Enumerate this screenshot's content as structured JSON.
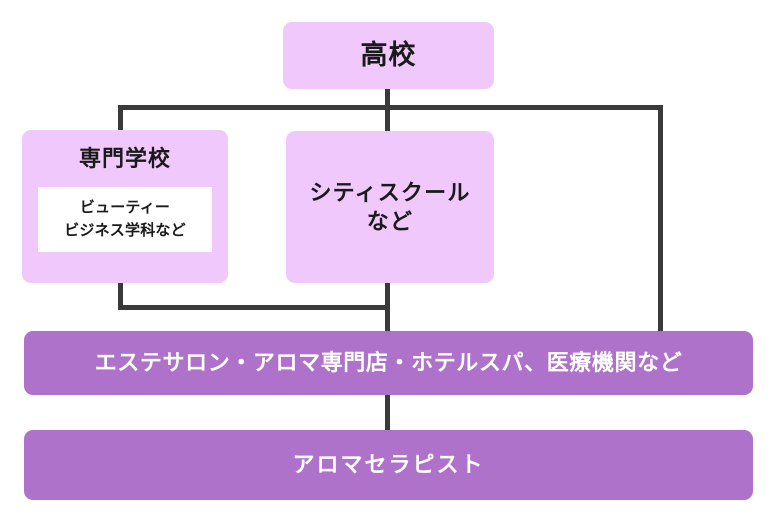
{
  "diagram": {
    "title_node": {
      "label": "高校"
    },
    "nodes": [
      {
        "id": "vocational",
        "label": "専門学校",
        "note": "ビューティー\nビジネス学科など"
      },
      {
        "id": "cityschool",
        "label": "シティスクール\nなど"
      },
      {
        "id": "workplaces",
        "label": "エステサロン・アロマ専門店・ホテルスパ、医療機関など"
      },
      {
        "id": "aromatherapist",
        "label": "アロマセラピスト"
      }
    ],
    "colors": {
      "node_light": "#f0c8fb",
      "node_solid": "#ae72ca",
      "connector": "#3a3a3a",
      "note_background": "#ffffff",
      "background": "#ffffff",
      "text_dark": "#1a1a1a",
      "text_light": "#ffffff"
    }
  }
}
